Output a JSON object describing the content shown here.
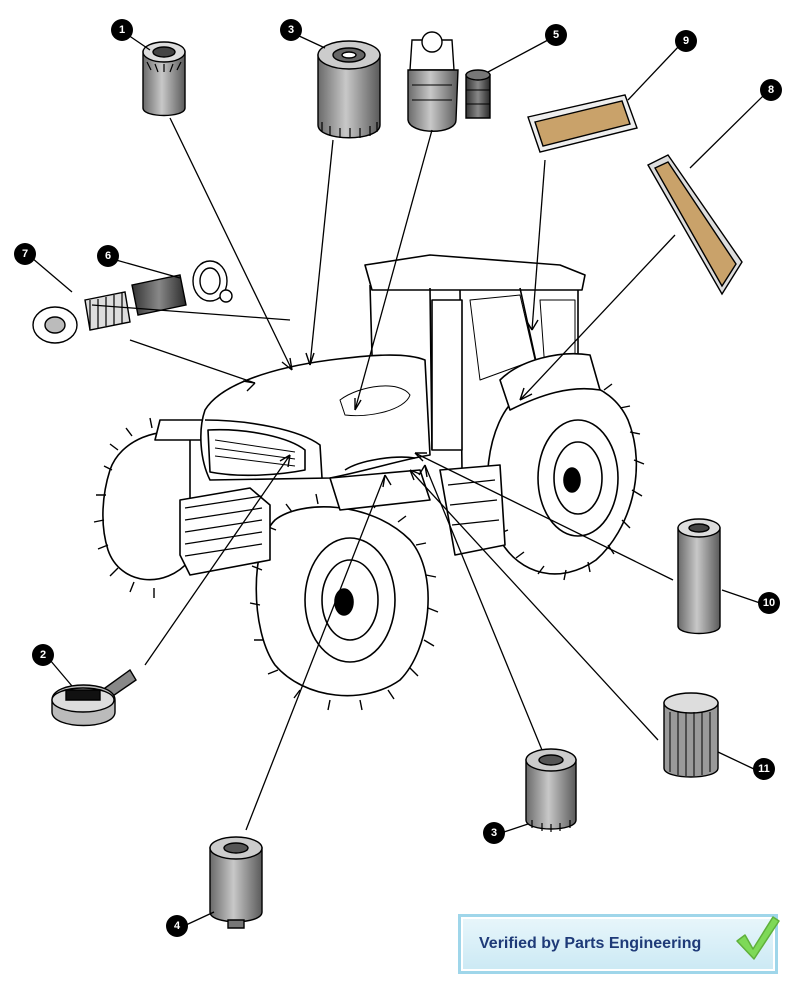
{
  "diagram": {
    "type": "exploded-parts-view",
    "subject": "tractor",
    "accent_line_color": "#000000",
    "callouts": [
      {
        "id": "c1a",
        "label": "1"
      },
      {
        "id": "c3a",
        "label": "3"
      },
      {
        "id": "c5",
        "label": "5"
      },
      {
        "id": "c9",
        "label": "9"
      },
      {
        "id": "c8",
        "label": "8"
      },
      {
        "id": "c7",
        "label": "7"
      },
      {
        "id": "c6",
        "label": "6"
      },
      {
        "id": "c2",
        "label": "2"
      },
      {
        "id": "c10",
        "label": "10"
      },
      {
        "id": "c11",
        "label": "11"
      },
      {
        "id": "c3b",
        "label": "3"
      },
      {
        "id": "c4",
        "label": "4"
      }
    ]
  },
  "badge": {
    "text": "Verified by Parts Engineering",
    "text_color": "#1e3a78",
    "background": "#d9f0f8",
    "border_color": "#9fd6ea",
    "check_color": "#7ed957",
    "icon": "checkmark-icon"
  }
}
